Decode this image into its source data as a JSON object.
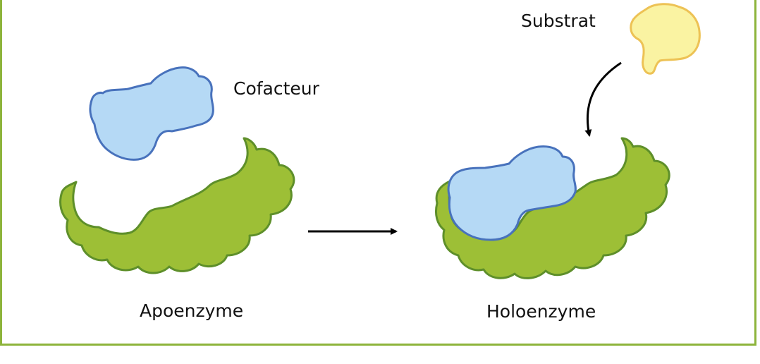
{
  "labels": {
    "cofactor": "Cofacteur",
    "substrate": "Substrat",
    "apoenzyme": "Apoenzyme",
    "holoenzyme": "Holoenzyme"
  },
  "colors": {
    "frame": "#8DB43B",
    "enzyme_fill": "#9DBF36",
    "enzyme_stroke": "#5E8F2A",
    "cofactor_fill": "#B5D9F5",
    "cofactor_stroke": "#4872BC",
    "substrate_fill": "#FAF3A2",
    "substrate_stroke": "#EDC255",
    "arrow": "#000000"
  }
}
